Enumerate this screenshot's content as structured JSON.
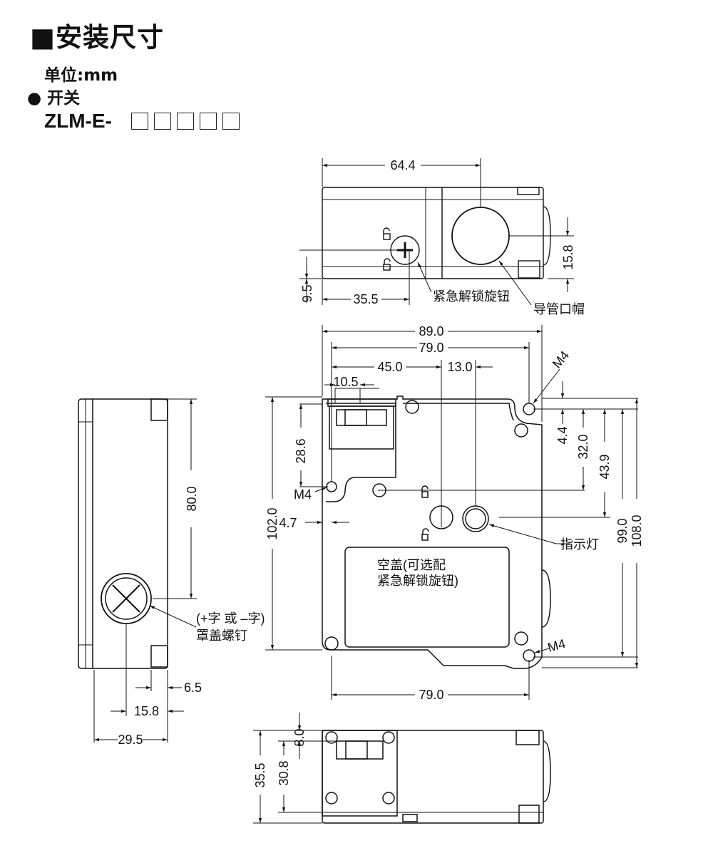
{
  "header": {
    "title": "■安装尺寸",
    "unit": "单位:mm",
    "bullet": "● 开关",
    "model": "ZLM-E-"
  },
  "dims": {
    "top_width": "64.4",
    "top_h1": "15.8",
    "top_h2": "9.5",
    "top_x": "35.5",
    "w89": "89.0",
    "w79": "79.0",
    "w45": "45.0",
    "w13": "13.0",
    "w105": "10.5",
    "h286": "28.6",
    "h1020": "102.0",
    "x47": "4.7",
    "h44": "4.4",
    "h320": "32.0",
    "h439": "43.9",
    "h990": "99.0",
    "h1080": "108.0",
    "w79b": "79.0",
    "side_h80": "80.0",
    "side_65": "6.5",
    "side_158": "15.8",
    "side_295": "29.5",
    "bot_80": "8.0",
    "bot_308": "30.8",
    "bot_355": "35.5"
  },
  "labels": {
    "emergency_knob": "紧急解锁旋钮",
    "conduit_cap": "导管口帽",
    "m4_a": "M4",
    "m4_b": "M4",
    "m4_c": "M4",
    "indicator": "指示灯",
    "cover_line1": "空盖(可选配",
    "cover_line2": "紧急解锁旋钮)",
    "screw_line1": "(+字 或 –字)",
    "screw_line2": "罩盖螺钉"
  }
}
